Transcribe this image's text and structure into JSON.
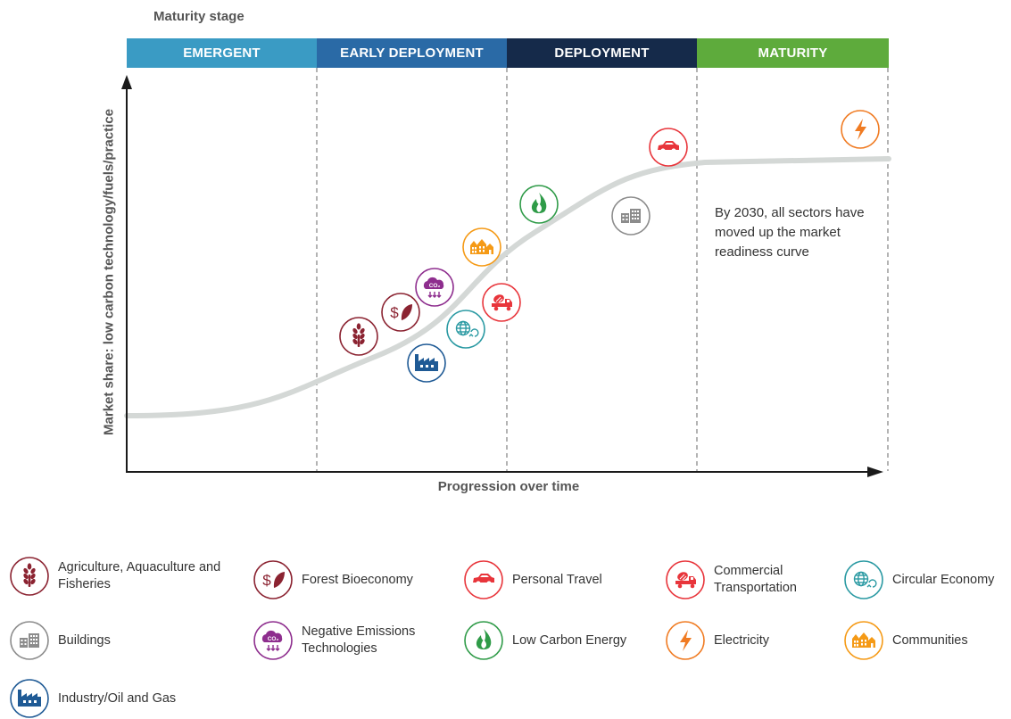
{
  "header": {
    "maturity_title": "Maturity stage"
  },
  "stages": [
    {
      "label": "EMERGENT",
      "color": "#3a9bc4"
    },
    {
      "label": "EARLY DEPLOYMENT",
      "color": "#2a6aa6"
    },
    {
      "label": "DEPLOYMENT",
      "color": "#152a4a"
    },
    {
      "label": "MATURITY",
      "color": "#5eab3c"
    }
  ],
  "axes": {
    "y_label": "Market share: low carbon technology/fuels/practice",
    "x_label": "Progression over time"
  },
  "annotation": "By 2030, all sectors have moved up the market readiness curve",
  "colors": {
    "curve": "#d4d8d6",
    "axis": "#1a1a1a",
    "divider": "#8a8a8a",
    "agriculture": "#8b2331",
    "forest": "#8b2331",
    "personal_travel": "#e8353b",
    "commercial_transport": "#e8353b",
    "circular": "#2b9aa3",
    "buildings": "#8c8c8c",
    "negative_emissions": "#8e2e8e",
    "low_carbon_energy": "#2f9b48",
    "electricity": "#f07b22",
    "communities": "#f59a16",
    "industry": "#1f5a95"
  },
  "legend": [
    {
      "key": "agriculture",
      "icon": "wheat-icon",
      "label": "Agriculture, Aquaculture and Fisheries"
    },
    {
      "key": "forest",
      "icon": "dollar-leaf-icon",
      "label": "Forest Bioeconomy"
    },
    {
      "key": "personal_travel",
      "icon": "car-icon",
      "label": "Personal Travel"
    },
    {
      "key": "commercial_transport",
      "icon": "truck-icon",
      "label": "Commercial Transportation"
    },
    {
      "key": "circular",
      "icon": "globe-recycle-icon",
      "label": "Circular Economy"
    },
    {
      "key": "buildings",
      "icon": "building-icon",
      "label": "Buildings"
    },
    {
      "key": "negative_emissions",
      "icon": "co2-cloud-icon",
      "label": "Negative Emissions Technologies"
    },
    {
      "key": "low_carbon_energy",
      "icon": "flame-icon",
      "label": "Low Carbon Energy"
    },
    {
      "key": "electricity",
      "icon": "lightning-icon",
      "label": "Electricity"
    },
    {
      "key": "communities",
      "icon": "houses-icon",
      "label": "Communities"
    },
    {
      "key": "industry",
      "icon": "factory-icon",
      "label": "Industry/Oil and Gas"
    }
  ]
}
